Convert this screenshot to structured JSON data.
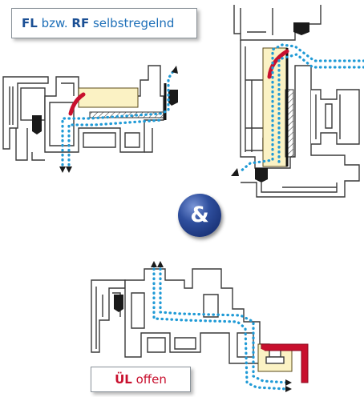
{
  "labels": {
    "top_prefix": "FL",
    "top_connector": " bzw. ",
    "top_keyword": "RF",
    "top_suffix": " selbstregelnd",
    "bottom_keyword": "ÜL",
    "bottom_suffix": " offen"
  },
  "badge": {
    "symbol": "&"
  },
  "colors": {
    "profile_stroke": "#3a3a3a",
    "profile_fill": "#ffffff",
    "airflow": "#1f9ad6",
    "valve_flap": "#c8102e",
    "valve_body": "#fbf2c4",
    "seal": "#1a1a1a",
    "label_blue": "#1d6fb8",
    "label_red": "#c8102e",
    "badge": "#1e3a8a"
  },
  "icons": {
    "badge": "ampersand-icon",
    "arrow": "arrow-icon",
    "seal": "gasket-icon"
  }
}
